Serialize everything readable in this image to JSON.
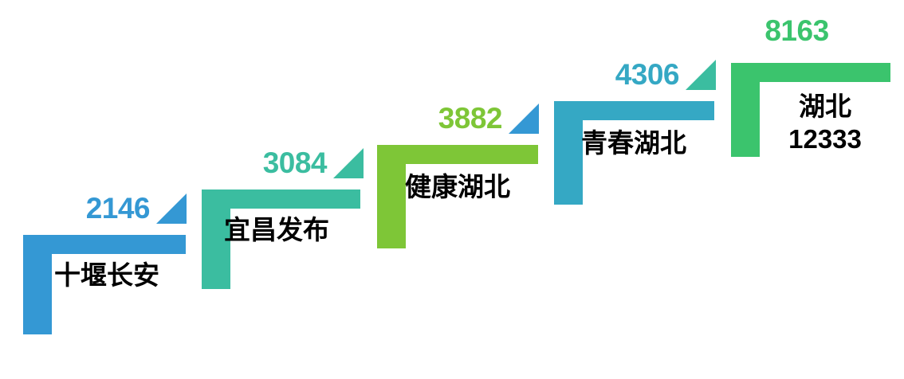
{
  "chart_data": {
    "type": "bar",
    "title": "",
    "subtitle": "",
    "xlabel": "",
    "ylabel": "",
    "grid": false,
    "legend": "none",
    "categories": [
      "十堰长安",
      "宜昌发布",
      "健康湖北",
      "青春湖北",
      "湖北12333"
    ],
    "values": [
      2146,
      3084,
      3882,
      4306,
      8163
    ],
    "value_labels": [
      "2146",
      "3084",
      "3882",
      "4306",
      "8163"
    ],
    "colors": [
      "#3498d4",
      "#3bbda0",
      "#7ec637",
      "#35a8c4",
      "#3bc46d"
    ],
    "ylim": [
      0,
      8163
    ],
    "note": "ascending staircase of five L-shaped bars, value printed above-left of each step"
  },
  "steps": [
    {
      "name": "十堰长安",
      "name_line1": "十堰长安",
      "name_line2": "",
      "value": "2146",
      "color": "#3498d4",
      "marker_color": "#3498d4"
    },
    {
      "name": "宜昌发布",
      "name_line1": "宜昌发布",
      "name_line2": "",
      "value": "3084",
      "color": "#3bbda0",
      "marker_color": "#3bbda0"
    },
    {
      "name": "健康湖北",
      "name_line1": "健康湖北",
      "name_line2": "",
      "value": "3882",
      "color": "#7ec637",
      "marker_color": "#7ec637"
    },
    {
      "name": "青春湖北",
      "name_line1": "青春湖北",
      "name_line2": "",
      "value": "4306",
      "color": "#35a8c4",
      "marker_color": "#35a8c4"
    },
    {
      "name": "湖北12333",
      "name_line1": "湖北",
      "name_line2": "12333",
      "value": "8163",
      "color": "#3bc46d",
      "marker_color": "#3bc46d"
    }
  ]
}
